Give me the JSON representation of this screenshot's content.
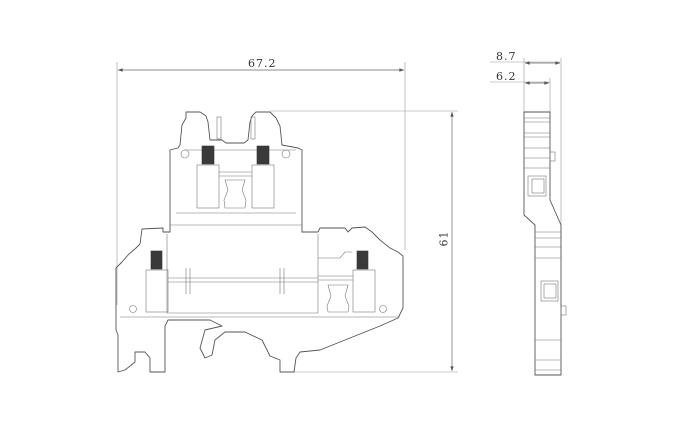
{
  "drawing": {
    "front_view": {
      "width_dimension": "67.2",
      "height_dimension": "61"
    },
    "side_view": {
      "outer_width_dimension": "8.7",
      "inner_width_dimension": "6.2"
    }
  }
}
